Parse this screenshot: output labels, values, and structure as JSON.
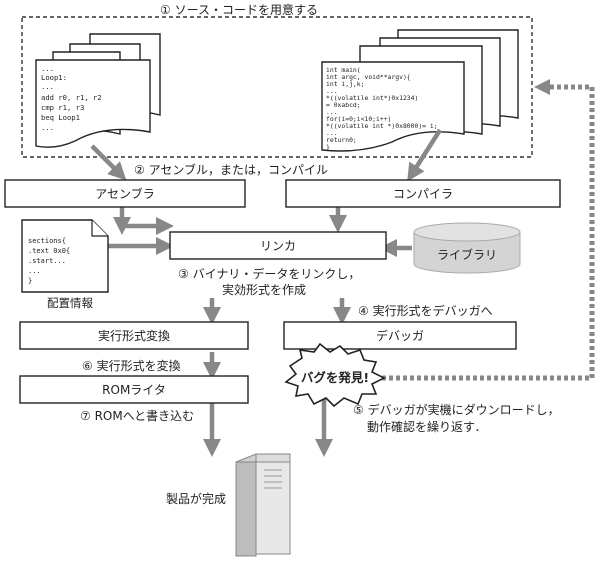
{
  "steps": {
    "s1": "① ソース・コードを用意する",
    "s2": "② アセンブル，または，コンパイル",
    "s3a": "③ バイナリ・データをリンクし，",
    "s3b": "実効形式を作成",
    "s4": "④ 実行形式をデバッガへ",
    "s5a": "⑤ デバッガが実機にダウンロードし，",
    "s5b": "動作確認を繰り返す．",
    "s6": "⑥ 実行形式を変換",
    "s7": "⑦ ROMへと書き込む"
  },
  "boxes": {
    "assembler": "アセンブラ",
    "compiler": "コンパイラ",
    "linker": "リンカ",
    "library": "ライブラリ",
    "converter": "実行形式変換",
    "debugger": "デバッガ",
    "rom_writer": "ROMライタ"
  },
  "labels": {
    "layout_info": "配置情報",
    "bug_found": "バグを発見!",
    "product_done": "製品が完成"
  },
  "asm_code": [
    "...",
    "Loop1:",
    "...",
    "add r0, r1, r2",
    "cmp r1, r3",
    "beq Loop1",
    "..."
  ],
  "c_code": [
    "int main(",
    "  int argc, void**argv){",
    "int i,j,k;",
    "...",
    "*((volatile int*)0x1234)",
    "    = 0xabcd;",
    "...",
    "for(i=0;i<10;i++)",
    "  *((volatile int *)0x8000)= i;",
    "  ...",
    "  return0;",
    "}"
  ],
  "layout_code": [
    "sections{",
    ".text 0x0{",
    ".start...",
    "...",
    "}"
  ]
}
